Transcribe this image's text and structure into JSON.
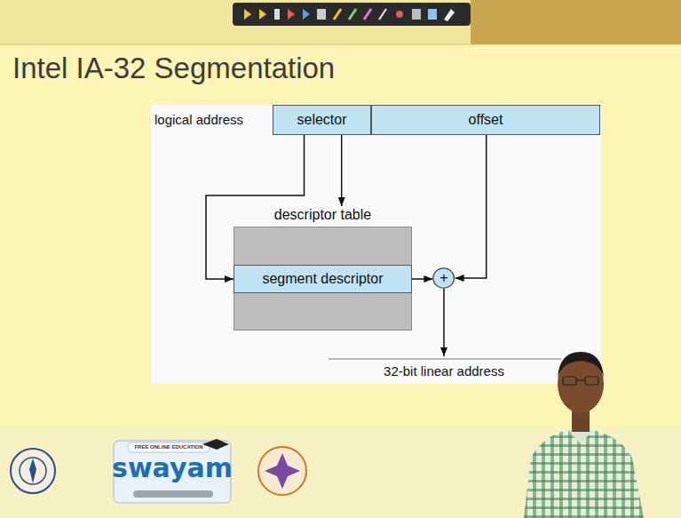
{
  "diagram": {
    "title": "Intel IA-32 Segmentation",
    "nodes": [
      {
        "text": [
          "selector"
        ]
      },
      {
        "text": [
          "offset"
        ]
      },
      {
        "text": [
          "descriptor table"
        ]
      },
      {
        "text": [
          "segment descriptor"
        ],
        "in": 2
      },
      {
        "text": [
          "+"
        ]
      }
    ],
    "edges": [
      {
        "from": 0,
        "to": 2,
        "arrow": "to"
      },
      {
        "from": 0,
        "to": 3,
        "arrow": "to"
      },
      {
        "from": 3,
        "to": 4,
        "arrow": "to"
      },
      {
        "from": 1,
        "to": 4,
        "arrow": "to"
      }
    ],
    "labels": [
      "logical address",
      "32-bit linear address",
      "FREE ONLINE EDUCATION",
      "swayam"
    ]
  }
}
